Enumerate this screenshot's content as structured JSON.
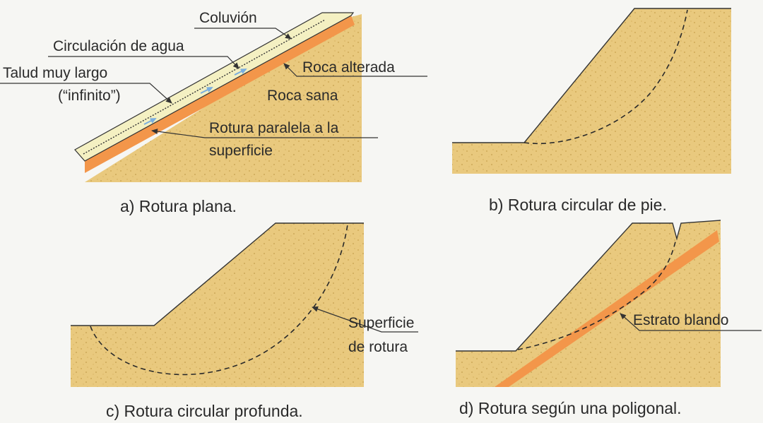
{
  "colors": {
    "soil": "#e9c97e",
    "soil_speckle": "#c9a24c",
    "weathered_rock": "#f3964a",
    "colluvium": "#f4f0c2",
    "water_arrow": "#7aaee0",
    "soft_stratum": "#f3964a"
  },
  "panels": {
    "a": {
      "caption": "a) Rotura plana.",
      "labels": {
        "coluvion": "Coluvión",
        "circulacion": "Circulación de agua",
        "talud_line1": "Talud muy largo",
        "talud_line2": "(“infinito”)",
        "roca_alterada": "Roca alterada",
        "roca_sana": "Roca sana",
        "rotura_line1": "Rotura paralela a la",
        "rotura_line2": "superficie"
      }
    },
    "b": {
      "caption": "b) Rotura circular de pie."
    },
    "c": {
      "caption": "c) Rotura circular profunda.",
      "labels": {
        "superficie_line1": "Superficie",
        "superficie_line2": "de rotura"
      }
    },
    "d": {
      "caption": "d) Rotura según una poligonal.",
      "labels": {
        "estrato": "Estrato blando"
      }
    }
  }
}
